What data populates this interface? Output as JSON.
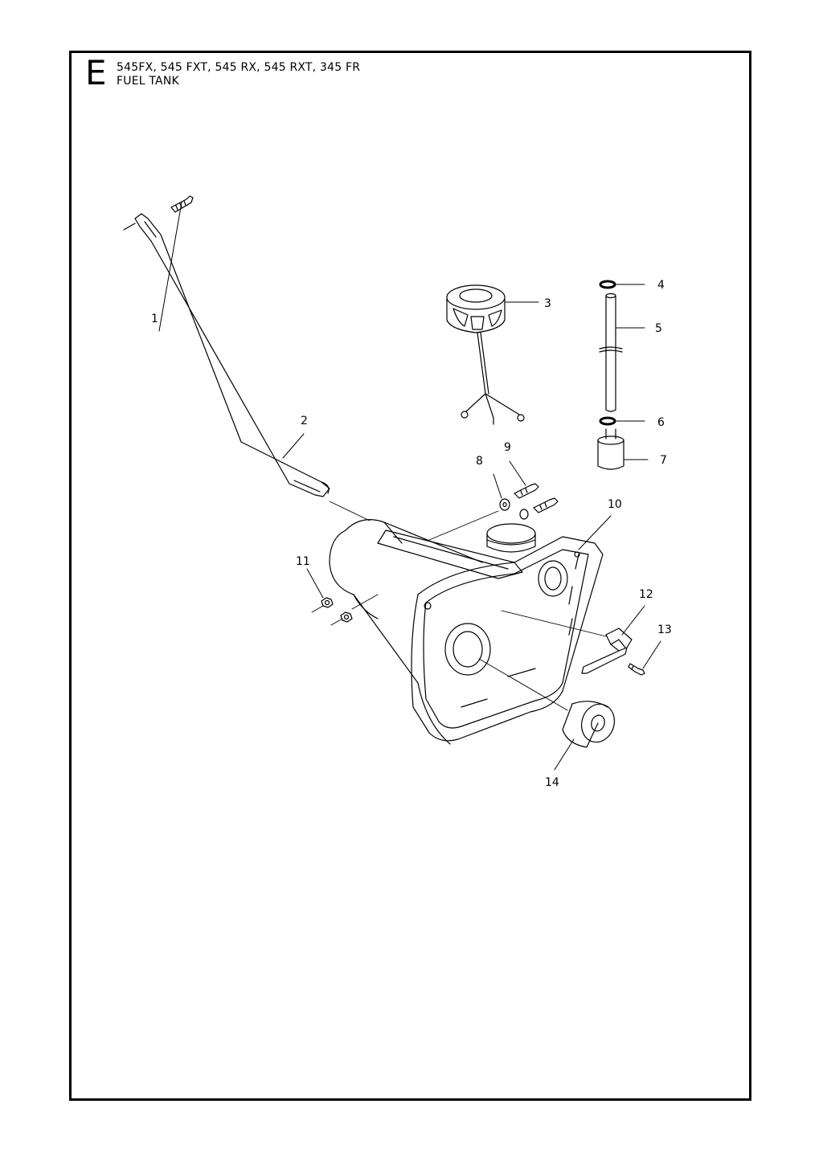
{
  "header": {
    "section_letter": "E",
    "models": "545FX, 545 FXT, 545 RX, 545 RXT, 345 FR",
    "title": "FUEL TANK"
  },
  "callouts": [
    "1",
    "2",
    "3",
    "4",
    "5",
    "6",
    "7",
    "8",
    "9",
    "10",
    "11",
    "12",
    "13",
    "14"
  ]
}
